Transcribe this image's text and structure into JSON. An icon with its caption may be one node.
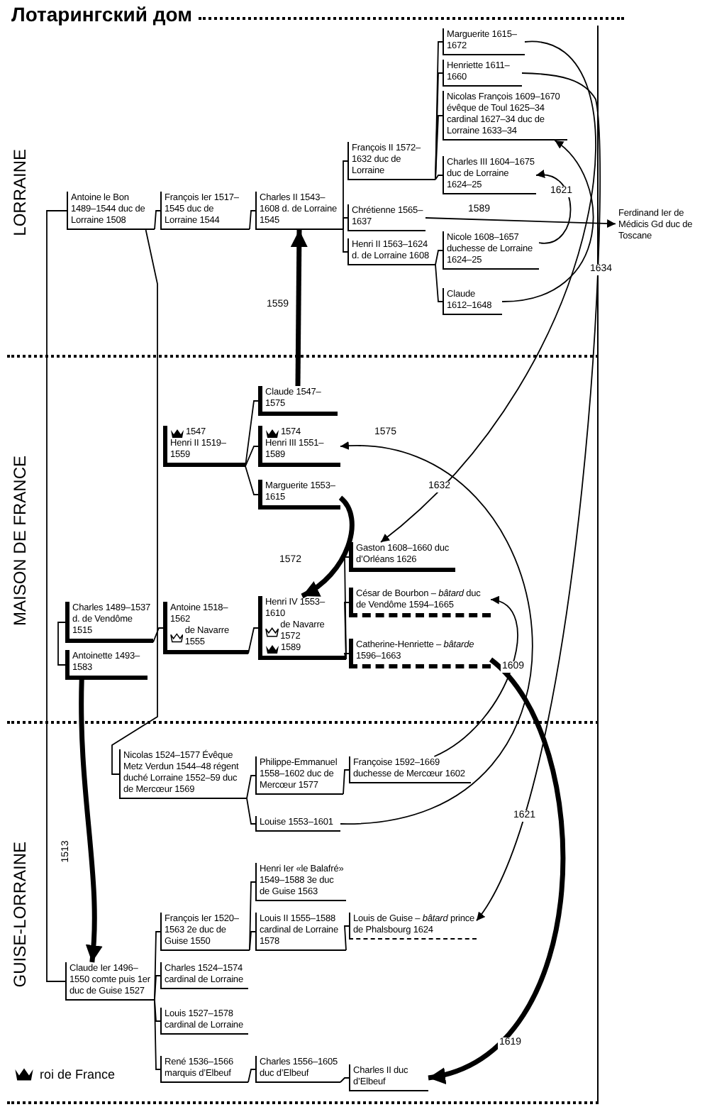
{
  "diagram": {
    "title": "Лотарингский дом",
    "nodes": [
      {
        "text": [
          "LORRAINE"
        ]
      },
      {
        "text": [
          "Antoine le Bon 1489–1544 duc de Lorraine 1508"
        ],
        "in": 0
      },
      {
        "text": [
          "François Ier 1517–1545 duc de Lorraine 1544"
        ],
        "in": 0
      },
      {
        "text": [
          "Charles II 1543–1608 d. de Lorraine 1545"
        ],
        "in": 0
      },
      {
        "text": [
          "François II 1572–1632 duc de Lorraine"
        ],
        "in": 0
      },
      {
        "text": [
          "Chrétienne 1565–1637"
        ],
        "in": 0
      },
      {
        "text": [
          "Henri II 1563–1624 d. de Lorraine 1608"
        ],
        "in": 0
      },
      {
        "text": [
          "Marguerite 1615–1672"
        ],
        "in": 0
      },
      {
        "text": [
          "Henriette 1611–1660"
        ],
        "in": 0
      },
      {
        "text": [
          "Nicolas François 1609–1670 évêque de Toul 1625–34 cardinal 1627–34 duc de Lorraine 1633–34"
        ],
        "in": 0
      },
      {
        "text": [
          "Charles III 1604–1675 duc de Lorraine 1624–25"
        ],
        "in": 0
      },
      {
        "text": [
          "Nicole 1608–1657 duchesse de Lorraine 1624–25"
        ],
        "in": 0
      },
      {
        "text": [
          "Claude 1612–1648"
        ],
        "in": 0
      },
      {
        "text": [
          "Ferdinand Ier de Médicis Gd duc de Toscane"
        ]
      },
      {
        "text": [
          "MAISON DE FRANCE"
        ]
      },
      {
        "text": [
          "Claude 1547–1575"
        ],
        "in": 14
      },
      {
        "text": [
          "1547",
          "Henri II 1519–1559"
        ],
        "in": 14
      },
      {
        "text": [
          "1574",
          "Henri III 1551–1589"
        ],
        "in": 14
      },
      {
        "text": [
          "Marguerite 1553–1615"
        ],
        "in": 14
      },
      {
        "text": [
          "Charles 1489–1537 d. de Vendôme 1515"
        ],
        "in": 14
      },
      {
        "text": [
          "Antoinette 1493–1583"
        ],
        "in": 14
      },
      {
        "text": [
          "Antoine 1518–1562",
          "de Navarre 1555"
        ],
        "in": 14
      },
      {
        "text": [
          "Henri IV 1553–1610",
          "de Navarre 1572",
          "1589"
        ],
        "in": 14
      },
      {
        "text": [
          "Gaston 1608–1660 duc d’Orléans 1626"
        ],
        "in": 14
      },
      {
        "text": [
          "César de Bourbon – *bâtard* duc de Vendôme 1594–1665"
        ],
        "in": 14
      },
      {
        "text": [
          "Catherine-Henriette – *bâtarde* 1596–1663"
        ],
        "in": 14
      },
      {
        "text": [
          "GUISE-LORRAINE"
        ]
      },
      {
        "text": [
          "Nicolas 1524–1577 Évêque Metz Verdun 1544–48 régent duché Lorraine 1552–59 duc de Mercœur 1569"
        ],
        "in": 26
      },
      {
        "text": [
          "Philippe-Emmanuel 1558–1602 duc de Mercœur 1577"
        ],
        "in": 26
      },
      {
        "text": [
          "Françoise 1592–1669 duchesse de Mercœur 1602"
        ],
        "in": 26
      },
      {
        "text": [
          "Louise 1553–1601"
        ],
        "in": 26
      },
      {
        "text": [
          "Henri Ier «le Balafré» 1549–1588 3e duc de Guise 1563"
        ],
        "in": 26
      },
      {
        "text": [
          "François Ier 1520–1563 2e duc de Guise 1550"
        ],
        "in": 26
      },
      {
        "text": [
          "Louis II 1555–1588 cardinal de Lorraine 1578"
        ],
        "in": 26
      },
      {
        "text": [
          "Louis de Guise – *bâtard* prince de Phalsbourg 1624"
        ],
        "in": 26
      },
      {
        "text": [
          "Claude Ier 1496–1550 comte puis 1er duc de Guise 1527"
        ],
        "in": 26
      },
      {
        "text": [
          "Charles 1524–1574 cardinal de Lorraine"
        ],
        "in": 26
      },
      {
        "text": [
          "Louis 1527–1578 cardinal de Lorraine"
        ],
        "in": 26
      },
      {
        "text": [
          "René 1536–1566 marquis d’Elbeuf"
        ],
        "in": 26
      },
      {
        "text": [
          "Charles 1556–1605 duc d’Elbeuf"
        ],
        "in": 26
      },
      {
        "text": [
          "Charles II duc d’Elbeuf"
        ],
        "in": 26
      }
    ],
    "edges": [
      {
        "from": 1,
        "to": 2,
        "arrow": "none"
      },
      {
        "from": 2,
        "to": 3,
        "arrow": "none"
      },
      {
        "from": 3,
        "to": 4,
        "arrow": "none"
      },
      {
        "from": 3,
        "to": 5,
        "arrow": "none"
      },
      {
        "from": 3,
        "to": 6,
        "arrow": "none"
      },
      {
        "from": 4,
        "to": 7,
        "arrow": "none"
      },
      {
        "from": 4,
        "to": 8,
        "arrow": "none"
      },
      {
        "from": 4,
        "to": 9,
        "arrow": "none"
      },
      {
        "from": 4,
        "to": 10,
        "arrow": "none"
      },
      {
        "from": 6,
        "to": 11,
        "arrow": "none"
      },
      {
        "from": 6,
        "to": 12,
        "arrow": "none"
      },
      {
        "from": 5,
        "to": 13,
        "label": "1589",
        "arrow": "to"
      },
      {
        "from": 11,
        "to": 10,
        "label": "1621",
        "arrow": "to"
      },
      {
        "from": 12,
        "to": 9,
        "label": "1634",
        "arrow": "to"
      },
      {
        "from": 15,
        "to": 3,
        "label": "1559",
        "arrow": "to",
        "style": "thick"
      },
      {
        "from": 16,
        "to": 15,
        "arrow": "none"
      },
      {
        "from": 16,
        "to": 17,
        "arrow": "none"
      },
      {
        "from": 16,
        "to": 18,
        "arrow": "none"
      },
      {
        "from": 18,
        "to": 22,
        "label": "1572",
        "arrow": "to",
        "style": "thick"
      },
      {
        "from": 19,
        "to": 20,
        "arrow": "none"
      },
      {
        "from": 19,
        "to": 21,
        "arrow": "none"
      },
      {
        "from": 21,
        "to": 22,
        "arrow": "none"
      },
      {
        "from": 22,
        "to": 23,
        "arrow": "none"
      },
      {
        "from": 22,
        "to": 24,
        "arrow": "none"
      },
      {
        "from": 22,
        "to": 25,
        "arrow": "none"
      },
      {
        "from": 7,
        "to": 23,
        "label": "1632",
        "arrow": "to"
      },
      {
        "from": 30,
        "to": 17,
        "label": "1575",
        "arrow": "to"
      },
      {
        "from": 29,
        "to": 24,
        "label": "1609",
        "arrow": "to"
      },
      {
        "from": 25,
        "to": 40,
        "label": "1619",
        "arrow": "to",
        "style": "thick"
      },
      {
        "from": 1,
        "to": 35,
        "arrow": "none"
      },
      {
        "from": 1,
        "to": 27,
        "arrow": "none"
      },
      {
        "from": 20,
        "to": 35,
        "label": "1513",
        "arrow": "to",
        "style": "thick"
      },
      {
        "from": 27,
        "to": 28,
        "arrow": "none"
      },
      {
        "from": 28,
        "to": 29,
        "arrow": "none"
      },
      {
        "from": 27,
        "to": 30,
        "arrow": "none"
      },
      {
        "from": 35,
        "to": 32,
        "arrow": "none"
      },
      {
        "from": 35,
        "to": 36,
        "arrow": "none"
      },
      {
        "from": 35,
        "to": 37,
        "arrow": "none"
      },
      {
        "from": 35,
        "to": 38,
        "arrow": "none"
      },
      {
        "from": 32,
        "to": 31,
        "arrow": "none"
      },
      {
        "from": 32,
        "to": 33,
        "arrow": "none"
      },
      {
        "from": 33,
        "to": 34,
        "arrow": "none"
      },
      {
        "from": 8,
        "to": 34,
        "label": "1621",
        "arrow": "to"
      },
      {
        "from": 38,
        "to": 39,
        "arrow": "none"
      },
      {
        "from": 39,
        "to": 40,
        "arrow": "none"
      }
    ],
    "legend": [
      {
        "text": "roi de France"
      }
    ]
  }
}
